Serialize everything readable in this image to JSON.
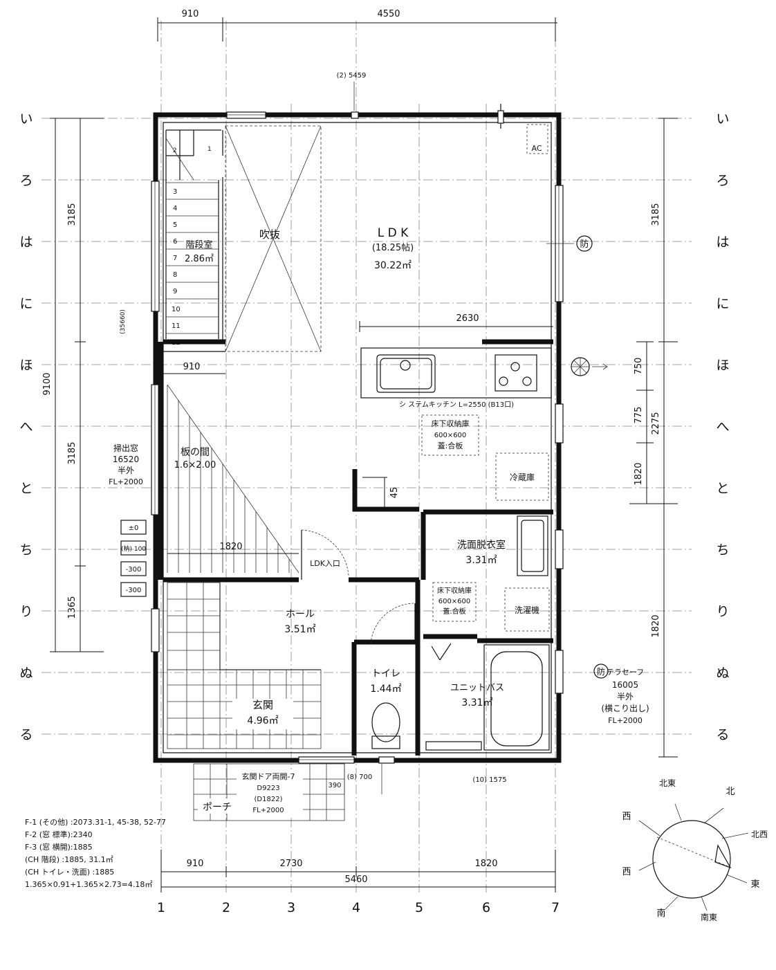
{
  "dimensions": {
    "top_left": "910",
    "top_right": "4550",
    "top_note": "(2) 5459",
    "left_3185_a": "3185",
    "left_3185_b": "3185",
    "left_9100": "9100",
    "left_1365": "1365",
    "left_35660": "(35660)",
    "right_3185": "3185",
    "right_2275": "2275",
    "right_750": "750",
    "right_775": "775",
    "right_1820_a": "1820",
    "right_1820_b": "1820",
    "inner_2630": "2630",
    "inner_910": "910",
    "inner_45": "45",
    "inner_1820": "1820",
    "bottom_910": "910",
    "bottom_2730": "2730",
    "bottom_1820": "1820",
    "bottom_5460": "5460",
    "bottom_390": "390",
    "bottom_8_700": "(8) 700",
    "bottom_10_1575": "(10) 1575"
  },
  "grid_rows": [
    "い",
    "ろ",
    "は",
    "に",
    "ほ",
    "へ",
    "と",
    "ち",
    "り",
    "ぬ",
    "る"
  ],
  "grid_cols": [
    "1",
    "2",
    "3",
    "4",
    "5",
    "6",
    "7"
  ],
  "stairs": [
    "1",
    "2",
    "3",
    "4",
    "5",
    "6",
    "7",
    "8",
    "9",
    "10",
    "11",
    "12"
  ],
  "rooms": {
    "stair_room": "階段室",
    "stair_area": "2.86㎡",
    "void": "吹抜",
    "ldk": "L D K",
    "ldk_jo": "(18.25帖)",
    "ldk_area": "30.22㎡",
    "wood_floor": "板の間",
    "wood_floor_size": "1.6×2.00",
    "kitchen": "シ ステムキッチン  L=2550 (B13口)",
    "underfloor_1_a": "床下収納庫",
    "underfloor_1_b": "600×600",
    "underfloor_1_c": "蓋:合板",
    "fridge": "冷蔵庫",
    "ldk_entry": "LDK入口",
    "washroom": "洗面脱衣室",
    "washroom_area": "3.31㎡",
    "underfloor_2_a": "床下収納庫",
    "underfloor_2_b": "600×600",
    "underfloor_2_c": "蓋:合板",
    "washer": "洗濯機",
    "hall": "ホール",
    "hall_area": "3.51㎡",
    "toilet": "トイレ",
    "toilet_area": "1.44㎡",
    "unitbath": "ユニットバス",
    "unitbath_area": "3.31㎡",
    "entrance": "玄関",
    "entrance_area": "4.96㎡",
    "porch": "ポーチ",
    "ac": "AC"
  },
  "notes": {
    "sweep_window_1": "掃出窓",
    "sweep_window_2": "16520",
    "sweep_window_3": "半外",
    "sweep_window_4": "FL+2000",
    "lv_0": "±0",
    "lv_100": "(枘) 100",
    "lv_300a": "-300",
    "lv_300b": "-300",
    "door_1": "玄関ドア両開-7",
    "door_2": "D9223",
    "door_3": "(D1822)",
    "door_4": "FL+2000",
    "bou": "防",
    "bou2": "防",
    "terrace_1": "テラセーフ",
    "terrace_2": "16005",
    "terrace_3": "半外",
    "terrace_4": "(横こり出し)",
    "terrace_5": "FL+2000"
  },
  "legend": [
    "F-1 (その他) :2073.31-1, 45-38, 52-77",
    "F-2 (窓 標準):2340",
    "F-3 (窓 横開):1885",
    "(CH 階段)   :1885, 31.1㎡",
    "(CH トイレ・洗面) :1885",
    "1.365×0.91+1.365×2.73=4.18㎡"
  ],
  "compass": {
    "hokutou": "北東",
    "kita": "北",
    "hokusei": "北西",
    "nishi_a": "西",
    "nishi_b": "西",
    "higashi": "東",
    "minami": "南",
    "nantou": "南東"
  }
}
